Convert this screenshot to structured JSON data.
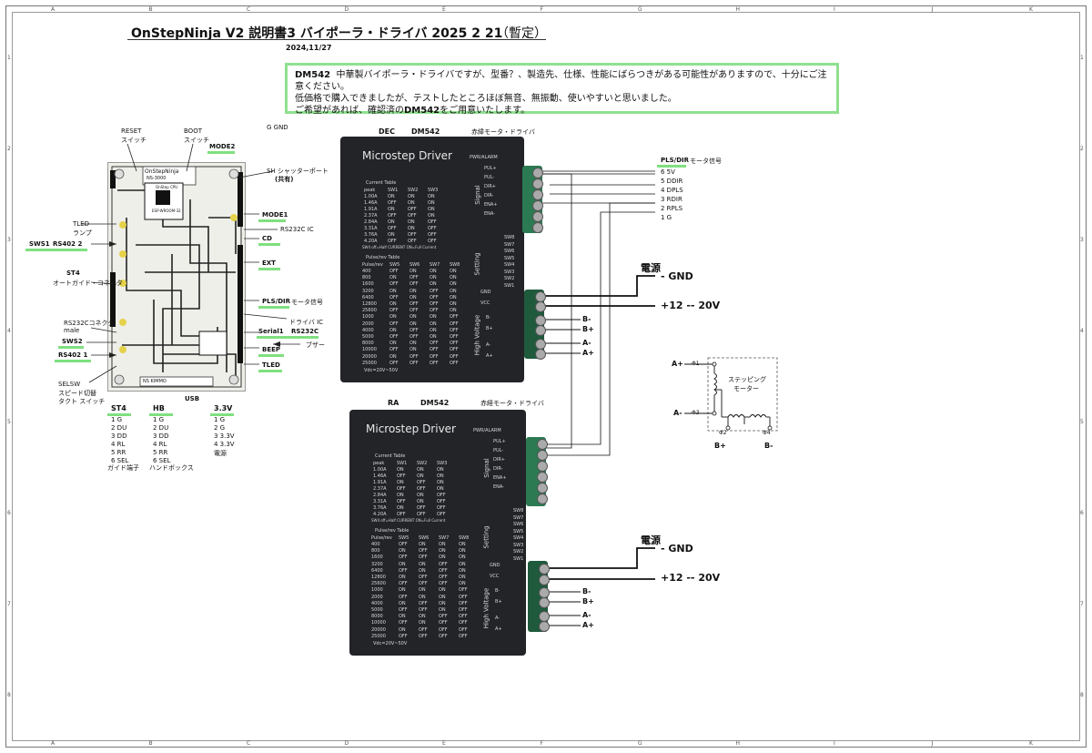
{
  "title": "OnStepNinja V2  説明書3  バイポーラ・ドライバ  2025 2 21",
  "title_note": "（暫定）",
  "date": "2024,11/27",
  "notice": {
    "lead": "DM542",
    "line1": "中華製バイポーラ・ドライバですが、型番？、製造先、仕様、性能にばらつきがある可能性がありますので、十分にご注意ください。",
    "line2": "低価格で購入できましたが、テストしたところほぼ無音、無振動、使いやすいと思いました。",
    "line3_pre": "ご希望があれば、確認済の",
    "line3_bold": "DM542",
    "line3_post": "をご用意いたします。"
  },
  "board": {
    "reset": "RESET",
    "reset_sub": "スイッチ",
    "boot": "BOOT",
    "boot_sub": "スイッチ",
    "g_gnd": "G  GND",
    "mode2": "MODE2",
    "sh": "SH シャッターポート",
    "sh_sub": "(共有)",
    "mode1": "MODE1",
    "rs232c_ic": "RS232C IC",
    "tled_lamp": "TLED",
    "tled_lamp_sub": "ランプ",
    "sws1": "SWS1",
    "rs402_2": "RS402  2",
    "cd": "CD",
    "ext": "EXT",
    "st4_title": "ST4",
    "st4_sub": "オートガイド・コネクタ",
    "pls_dir": "PLS/DIR",
    "pls_dir_sub": "モータ信号",
    "driver_ic": "ドライバ IC",
    "rs232c_male": "RS232Cコネクタ",
    "rs232c_male_sub": "male",
    "serial1": "Serial1",
    "rs232c": "RS232C",
    "sws2": "SWS2",
    "beep": "BEEP",
    "buzzer": "ブザー",
    "rs402_1": "RS402  1",
    "tled": "TLED",
    "selsw": "SELSW",
    "selsw_sub1": "スピード切替",
    "selsw_sub2": "タクト スイッチ",
    "usb": "USB",
    "chip_name": "OnStepNinja",
    "chip_sub": "NS-3000",
    "chip_cpu": "OnStep CPU",
    "chip_esp": "ESP-WROOM-32",
    "board_label": "NS  KIMMO"
  },
  "pins": {
    "st4": {
      "title": "ST4",
      "list": "1 G\n2 DU\n3 DD\n4 RL\n5 RR\n6 SEL",
      "footer": "ガイド端子"
    },
    "hb": {
      "title": "HB",
      "list": "1 G\n2 DU\n3 DD\n4 RL\n5 RR\n6 SEL",
      "footer": "ハンドボックス"
    },
    "v33": {
      "title": "3.3V",
      "list": "1 G\n2 G\n3 3.3V\n4 3.3V",
      "footer": "電源"
    }
  },
  "motor_signal": {
    "title": "PLS/DIR",
    "sub": "モータ信号",
    "list": [
      "6 5V",
      "5 DDIR",
      "4 DPLS",
      "3 RDIR",
      "2 RPLS",
      "1 G"
    ]
  },
  "dec_driver": {
    "axis": "DEC",
    "model": "DM542",
    "desc": "赤緯モータ・ドライバ",
    "panel": "Microstep Driver",
    "pwr": "PWR/ALARM",
    "power_title": "電源",
    "gnd": "- GND",
    "vcc": "+12 -- 20V",
    "coil": [
      "B-",
      "B+",
      "A-",
      "A+"
    ]
  },
  "ra_driver": {
    "axis": "RA",
    "model": "DM542",
    "desc": "赤経モータ・ドライバ",
    "panel": "Microstep Driver",
    "pwr": "PWR/ALARM",
    "power_title": "電源",
    "gnd": "- GND",
    "vcc": "+12 -- 20V",
    "coil": [
      "B-",
      "B+",
      "A-",
      "A+"
    ]
  },
  "driver_labels": {
    "signal": "Signal",
    "setting": "Setting",
    "high_voltage": "High Voltage",
    "signal_pins": [
      "PUL+",
      "PUL-",
      "DIR+",
      "DIR-",
      "ENA+",
      "ENA-"
    ],
    "sw_pins": [
      "SW8",
      "SW7",
      "SW6",
      "SW5",
      "SW4",
      "SW3",
      "SW2",
      "SW1"
    ],
    "gnd_pin": "GND",
    "vcc_pin": "VCC",
    "coil_pins": [
      "B-",
      "B+",
      "A-",
      "A+"
    ],
    "current_table": "Current Table",
    "current_head": [
      "peak",
      "SW1",
      "SW2",
      "SW3"
    ],
    "current_rows": [
      [
        "1.00A",
        "ON",
        "ON",
        "ON"
      ],
      [
        "1.46A",
        "OFF",
        "ON",
        "ON"
      ],
      [
        "1.91A",
        "ON",
        "OFF",
        "ON"
      ],
      [
        "2.37A",
        "OFF",
        "OFF",
        "ON"
      ],
      [
        "2.84A",
        "ON",
        "ON",
        "OFF"
      ],
      [
        "3.31A",
        "OFF",
        "ON",
        "OFF"
      ],
      [
        "3.76A",
        "ON",
        "OFF",
        "OFF"
      ],
      [
        "4.20A",
        "OFF",
        "OFF",
        "OFF"
      ]
    ],
    "current_note": "SW4 off=Half CURRENT ON=Full Current",
    "pulse_table": "Pulse/rev Table",
    "pulse_head": [
      "Pulse/rev",
      "SW5",
      "SW6",
      "SW7",
      "SW8"
    ],
    "pulse_rows": [
      [
        "400",
        "OFF",
        "ON",
        "ON",
        "ON"
      ],
      [
        "800",
        "ON",
        "OFF",
        "ON",
        "ON"
      ],
      [
        "1600",
        "OFF",
        "OFF",
        "ON",
        "ON"
      ],
      [
        "3200",
        "ON",
        "ON",
        "OFF",
        "ON"
      ],
      [
        "6400",
        "OFF",
        "ON",
        "OFF",
        "ON"
      ],
      [
        "12800",
        "ON",
        "OFF",
        "OFF",
        "ON"
      ],
      [
        "25600",
        "OFF",
        "OFF",
        "OFF",
        "ON"
      ],
      [
        "1000",
        "ON",
        "ON",
        "ON",
        "OFF"
      ],
      [
        "2000",
        "OFF",
        "ON",
        "ON",
        "OFF"
      ],
      [
        "4000",
        "ON",
        "OFF",
        "ON",
        "OFF"
      ],
      [
        "5000",
        "OFF",
        "OFF",
        "ON",
        "OFF"
      ],
      [
        "8000",
        "ON",
        "ON",
        "OFF",
        "OFF"
      ],
      [
        "10000",
        "OFF",
        "ON",
        "OFF",
        "OFF"
      ],
      [
        "20000",
        "ON",
        "OFF",
        "OFF",
        "OFF"
      ],
      [
        "25000",
        "OFF",
        "OFF",
        "OFF",
        "OFF"
      ]
    ],
    "vdc": "Vdc=20V~50V"
  },
  "motor": {
    "a_plus": "A+",
    "a_minus": "A-",
    "b_plus": "B+",
    "b_minus": "B-",
    "phi1": "Φ1",
    "phi2": "Φ2",
    "phi3": "Φ3",
    "phi4": "Φ4",
    "name1": "ステッピング",
    "name2": "モーター"
  },
  "border": {
    "cols": [
      "A",
      "B",
      "C",
      "D",
      "E",
      "F",
      "G",
      "H",
      "I",
      "J",
      "K"
    ],
    "rows": [
      "1",
      "2",
      "3",
      "4",
      "5",
      "6",
      "7",
      "8"
    ]
  },
  "colors": {
    "highlight": "#7fe07f",
    "driver_body": "#232428",
    "terminal": "#2c7a52"
  }
}
